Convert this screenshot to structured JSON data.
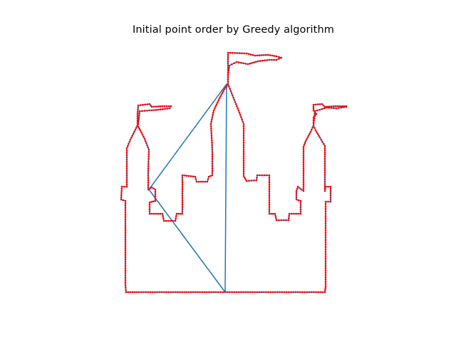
{
  "chart_data": {
    "type": "line",
    "title": "Initial point order by Greedy algorithm",
    "xlabel": "",
    "ylabel": "",
    "axes_visible": false,
    "grid": false,
    "aspect": "equal",
    "series": [
      {
        "role": "tour",
        "color": "#1f77b4",
        "marker": "none",
        "points": [
          [
            316,
            410
          ],
          [
            450,
            410
          ],
          [
            456,
            410
          ],
          [
            457,
            402
          ],
          [
            457,
            370
          ],
          [
            457,
            340
          ],
          [
            457,
            310
          ],
          [
            457,
            283
          ],
          [
            464,
            283
          ],
          [
            464,
            262
          ],
          [
            457,
            262
          ],
          [
            456,
            268
          ],
          [
            456,
            220
          ],
          [
            456,
            205
          ],
          [
            449,
            193
          ],
          [
            443,
            183
          ],
          [
            440,
            176
          ],
          [
            440,
            165
          ],
          [
            444,
            160
          ],
          [
            440,
            155
          ],
          [
            440,
            147
          ],
          [
            452,
            146
          ],
          [
            456,
            150
          ],
          [
            471,
            149
          ],
          [
            486,
            149
          ],
          [
            486,
            150
          ],
          [
            472,
            152
          ],
          [
            458,
            151
          ],
          [
            452,
            153
          ],
          [
            442,
            156
          ],
          [
            440,
            176
          ],
          [
            436,
            185
          ],
          [
            429,
            198
          ],
          [
            426,
            206
          ],
          [
            426,
            240
          ],
          [
            426,
            268
          ],
          [
            423,
            266
          ],
          [
            418,
            262
          ],
          [
            416,
            268
          ],
          [
            416,
            280
          ],
          [
            422,
            282
          ],
          [
            422,
            300
          ],
          [
            406,
            300
          ],
          [
            405,
            309
          ],
          [
            388,
            309
          ],
          [
            386,
            300
          ],
          [
            378,
            300
          ],
          [
            378,
            262
          ],
          [
            378,
            246
          ],
          [
            361,
            246
          ],
          [
            360,
            253
          ],
          [
            346,
            254
          ],
          [
            342,
            247
          ],
          [
            342,
            210
          ],
          [
            342,
            174
          ],
          [
            336,
            158
          ],
          [
            330,
            143
          ],
          [
            324,
            128
          ],
          [
            320,
            118
          ],
          [
            320,
            105
          ],
          [
            322,
            92
          ],
          [
            332,
            87
          ],
          [
            348,
            90
          ],
          [
            362,
            86
          ],
          [
            378,
            84
          ],
          [
            388,
            84
          ],
          [
            395,
            81
          ],
          [
            388,
            79
          ],
          [
            376,
            77
          ],
          [
            358,
            78
          ],
          [
            346,
            75
          ],
          [
            320,
            74
          ],
          [
            320,
            92
          ],
          [
            320,
            118
          ],
          [
            315,
            125
          ],
          [
            308,
            138
          ],
          [
            300,
            155
          ],
          [
            296,
            174
          ],
          [
            298,
            210
          ],
          [
            298,
            246
          ],
          [
            293,
            248
          ],
          [
            291,
            255
          ],
          [
            276,
            255
          ],
          [
            274,
            248
          ],
          [
            256,
            246
          ],
          [
            256,
            262
          ],
          [
            256,
            300
          ],
          [
            248,
            300
          ],
          [
            246,
            310
          ],
          [
            230,
            310
          ],
          [
            228,
            300
          ],
          [
            210,
            300
          ],
          [
            210,
            284
          ],
          [
            218,
            282
          ],
          [
            218,
            266
          ],
          [
            213,
            263
          ],
          [
            208,
            266
          ],
          [
            208,
            240
          ],
          [
            209,
            210
          ],
          [
            203,
            195
          ],
          [
            197,
            183
          ],
          [
            193,
            176
          ],
          [
            193,
            160
          ],
          [
            194,
            148
          ],
          [
            210,
            146
          ],
          [
            213,
            150
          ],
          [
            228,
            149
          ],
          [
            240,
            149
          ],
          [
            238,
            152
          ],
          [
            222,
            154
          ],
          [
            210,
            155
          ],
          [
            196,
            156
          ],
          [
            194,
            174
          ],
          [
            190,
            182
          ],
          [
            183,
            196
          ],
          [
            178,
            208
          ],
          [
            178,
            240
          ],
          [
            178,
            262
          ],
          [
            171,
            262
          ],
          [
            170,
            280
          ],
          [
            176,
            282
          ],
          [
            176,
            330
          ],
          [
            176,
            370
          ],
          [
            176,
            400
          ],
          [
            177,
            410
          ],
          [
            195,
            410
          ],
          [
            240,
            410
          ],
          [
            290,
            410
          ],
          [
            316,
            410
          ],
          [
            318,
            118
          ],
          [
            209,
            266
          ],
          [
            316,
            410
          ]
        ]
      },
      {
        "role": "points",
        "color": "#ff0000",
        "marker": "dot",
        "points": "same-as-tour-outline"
      }
    ]
  }
}
